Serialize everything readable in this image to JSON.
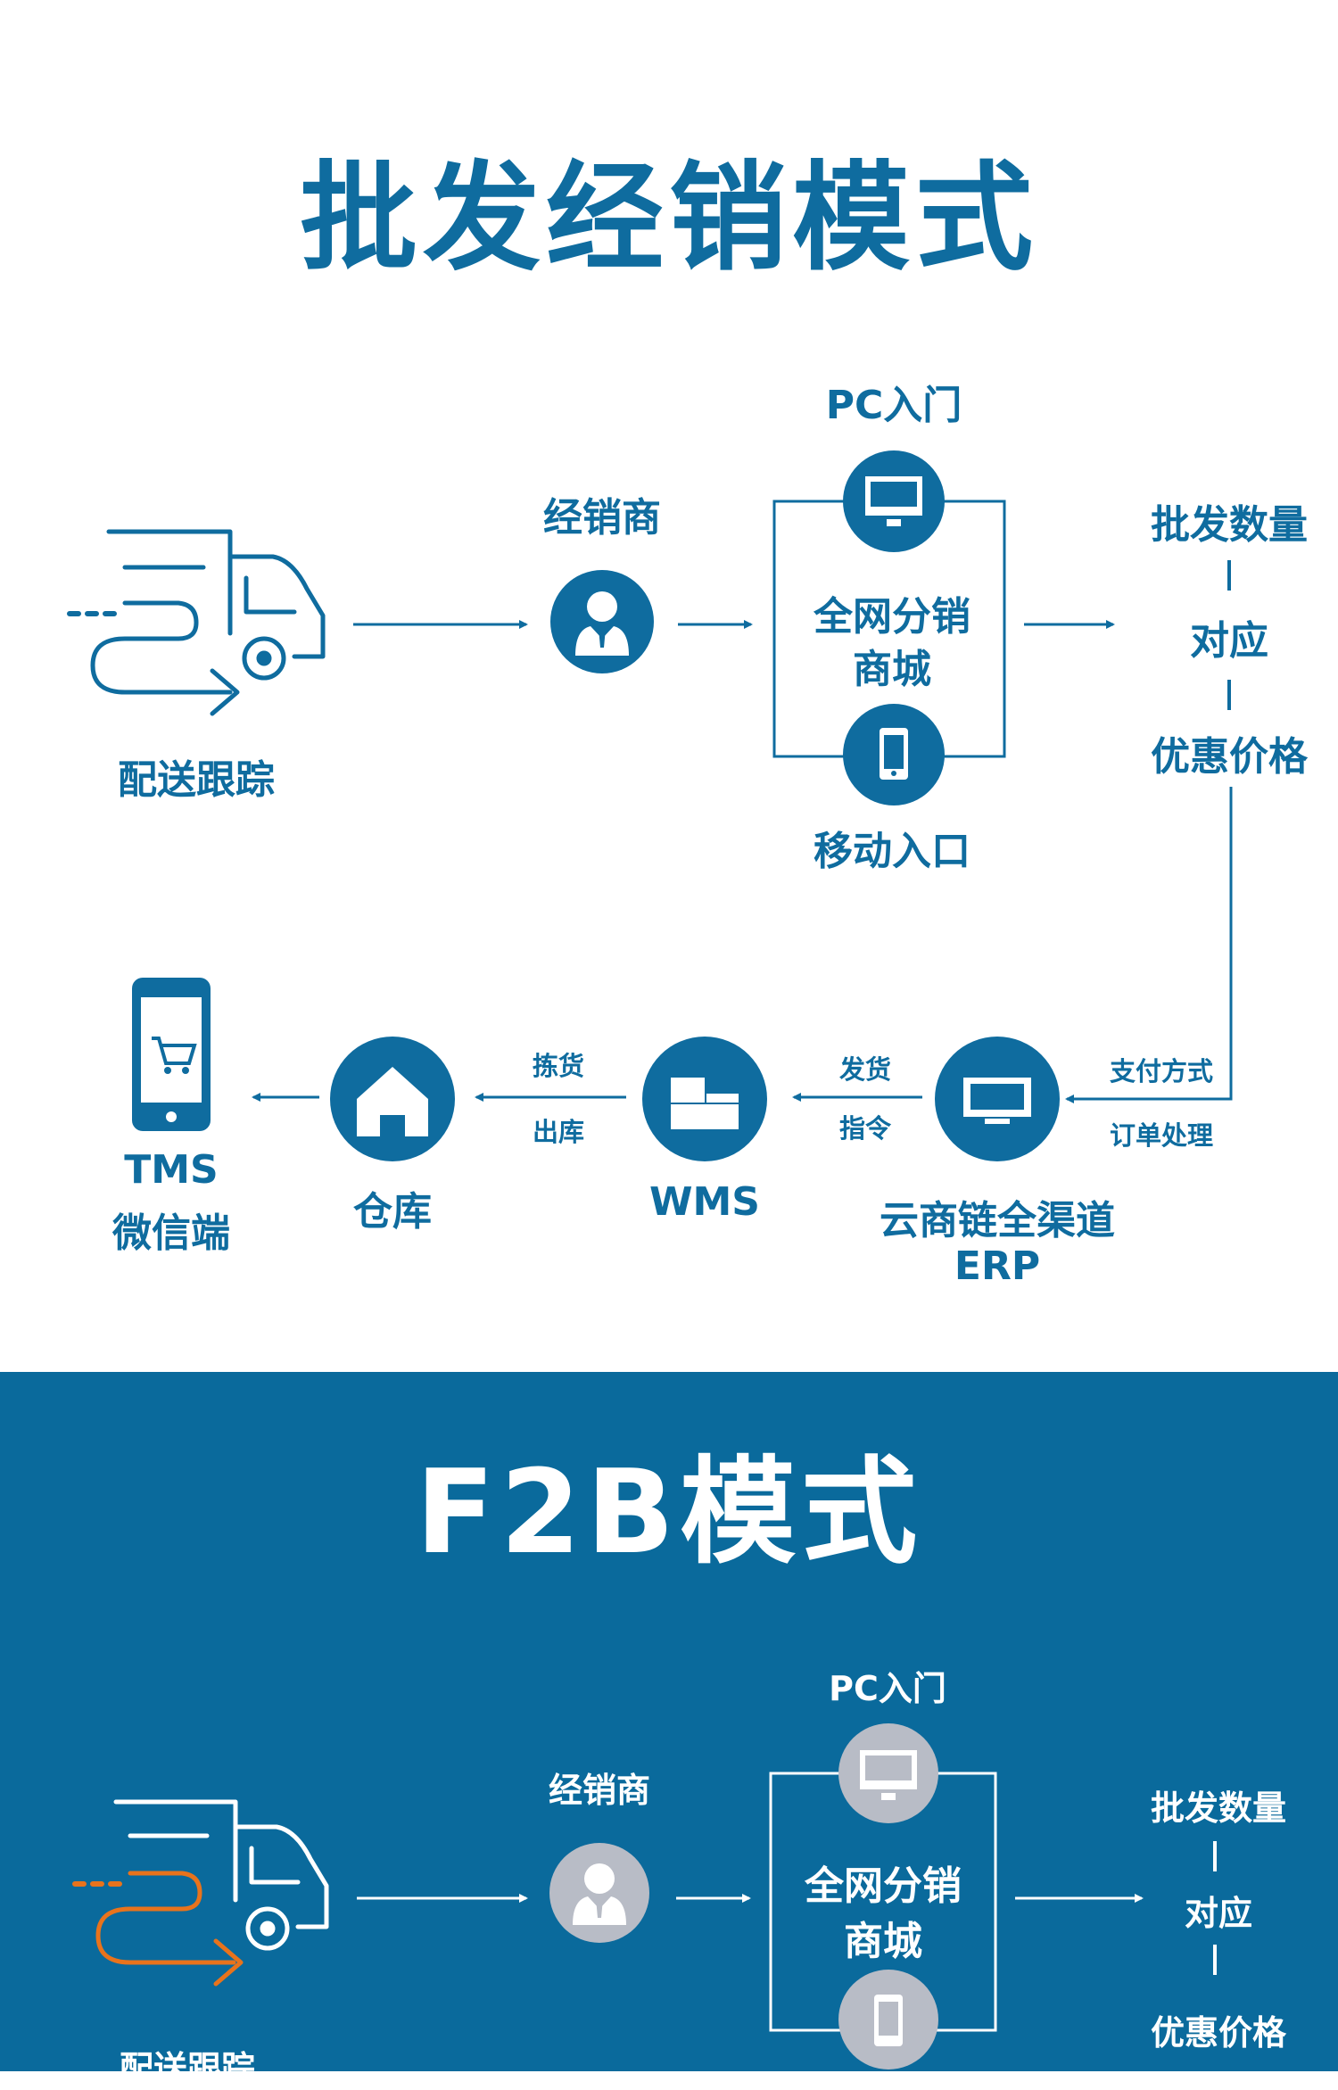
{
  "section1": {
    "title": "批发经销模式",
    "truck_label": "配送跟踪",
    "dealer_label": "经销商",
    "pc_label": "PC入门",
    "mall_label_line1": "全网分销",
    "mall_label_line2": "商城",
    "mobile_label": "移动入口",
    "price_line1": "批发数量",
    "price_line2": "对应",
    "price_line3": "优惠价格",
    "pay_label": "支付方式",
    "order_label": "订单处理",
    "erp_line1": "云商链全渠道",
    "erp_line2": "ERP",
    "ship_label": "发货",
    "cmd_label": "指令",
    "wms_label": "WMS",
    "pick_label": "拣货",
    "out_label": "出库",
    "warehouse_label": "仓库",
    "tms_line1": "TMS",
    "tms_line2": "微信端"
  },
  "section2": {
    "title": "F2B模式",
    "pc_label": "PC入门",
    "dealer_label": "经销商",
    "mall_label_line1": "全网分销",
    "mall_label_line2": "商城",
    "price_line1": "批发数量",
    "price_line2": "对应",
    "price_line3": "优惠价格",
    "truck_label": "配送跟踪"
  },
  "colors": {
    "primary_blue": "#0f6c9f",
    "dark_blue_bg": "#0a6a9c",
    "gray_circle": "#b8bcc6",
    "orange_accent": "#e8731c"
  }
}
